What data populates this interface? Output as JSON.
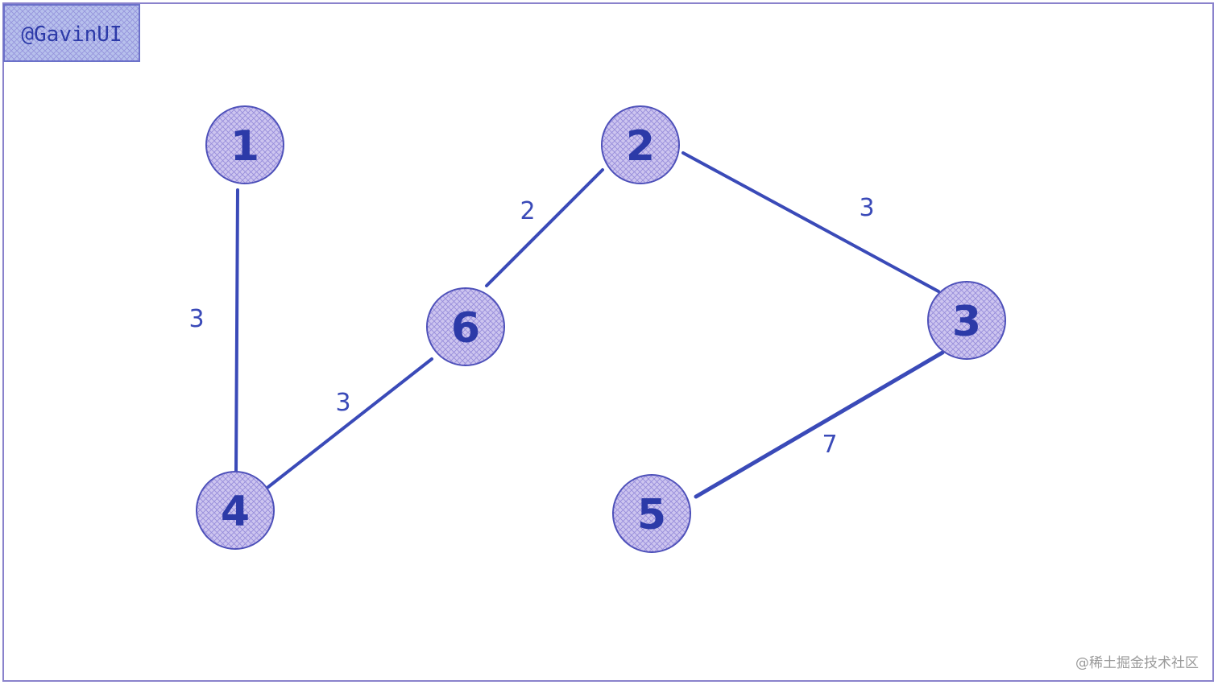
{
  "brand_tag": "@GavinUI",
  "watermark": "@稀土掘金技术社区",
  "colors": {
    "ink": "#3a4ab8",
    "node_fill": "#cdc5ef",
    "tag_fill": "#b7c0ec",
    "frame": "#8a82cc",
    "watermark": "#9a9a9a"
  },
  "graph": {
    "nodes": [
      {
        "id": "1",
        "label": "1"
      },
      {
        "id": "2",
        "label": "2"
      },
      {
        "id": "3",
        "label": "3"
      },
      {
        "id": "4",
        "label": "4"
      },
      {
        "id": "5",
        "label": "5"
      },
      {
        "id": "6",
        "label": "6"
      }
    ],
    "edges": [
      {
        "from": "1",
        "to": "4",
        "weight": "3"
      },
      {
        "from": "4",
        "to": "6",
        "weight": "3"
      },
      {
        "from": "6",
        "to": "2",
        "weight": "2"
      },
      {
        "from": "2",
        "to": "3",
        "weight": "3"
      },
      {
        "from": "3",
        "to": "5",
        "weight": "7"
      }
    ]
  }
}
